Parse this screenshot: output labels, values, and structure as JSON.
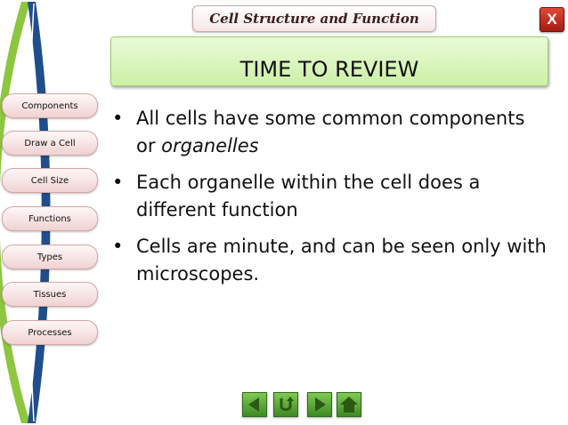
{
  "header": {
    "title": "Cell Structure and Function",
    "close_label": "X"
  },
  "slide": {
    "title": "TIME TO REVIEW",
    "bullets": [
      {
        "before": "All cells have some common components or ",
        "emph": "organelles"
      },
      {
        "text": "Each organelle within the cell does a different function"
      },
      {
        "text": "Cells are minute, and can be seen only with microscopes."
      }
    ]
  },
  "sidebar": {
    "items": [
      {
        "label": "Components"
      },
      {
        "label": "Draw a Cell"
      },
      {
        "label": "Cell Size"
      },
      {
        "label": "Functions"
      },
      {
        "label": "Types"
      },
      {
        "label": "Tissues"
      },
      {
        "label": "Processes"
      }
    ]
  },
  "nav_buttons": {
    "back": "back-arrow-icon",
    "return": "return-icon",
    "forward": "forward-arrow-icon",
    "home": "home-icon"
  },
  "colors": {
    "green_band": "#8dc63f",
    "blue_band": "#1f4e8c",
    "title_box": "#d6f3b4",
    "nav_pill": "#f6e0e0",
    "close": "#c0271b"
  }
}
